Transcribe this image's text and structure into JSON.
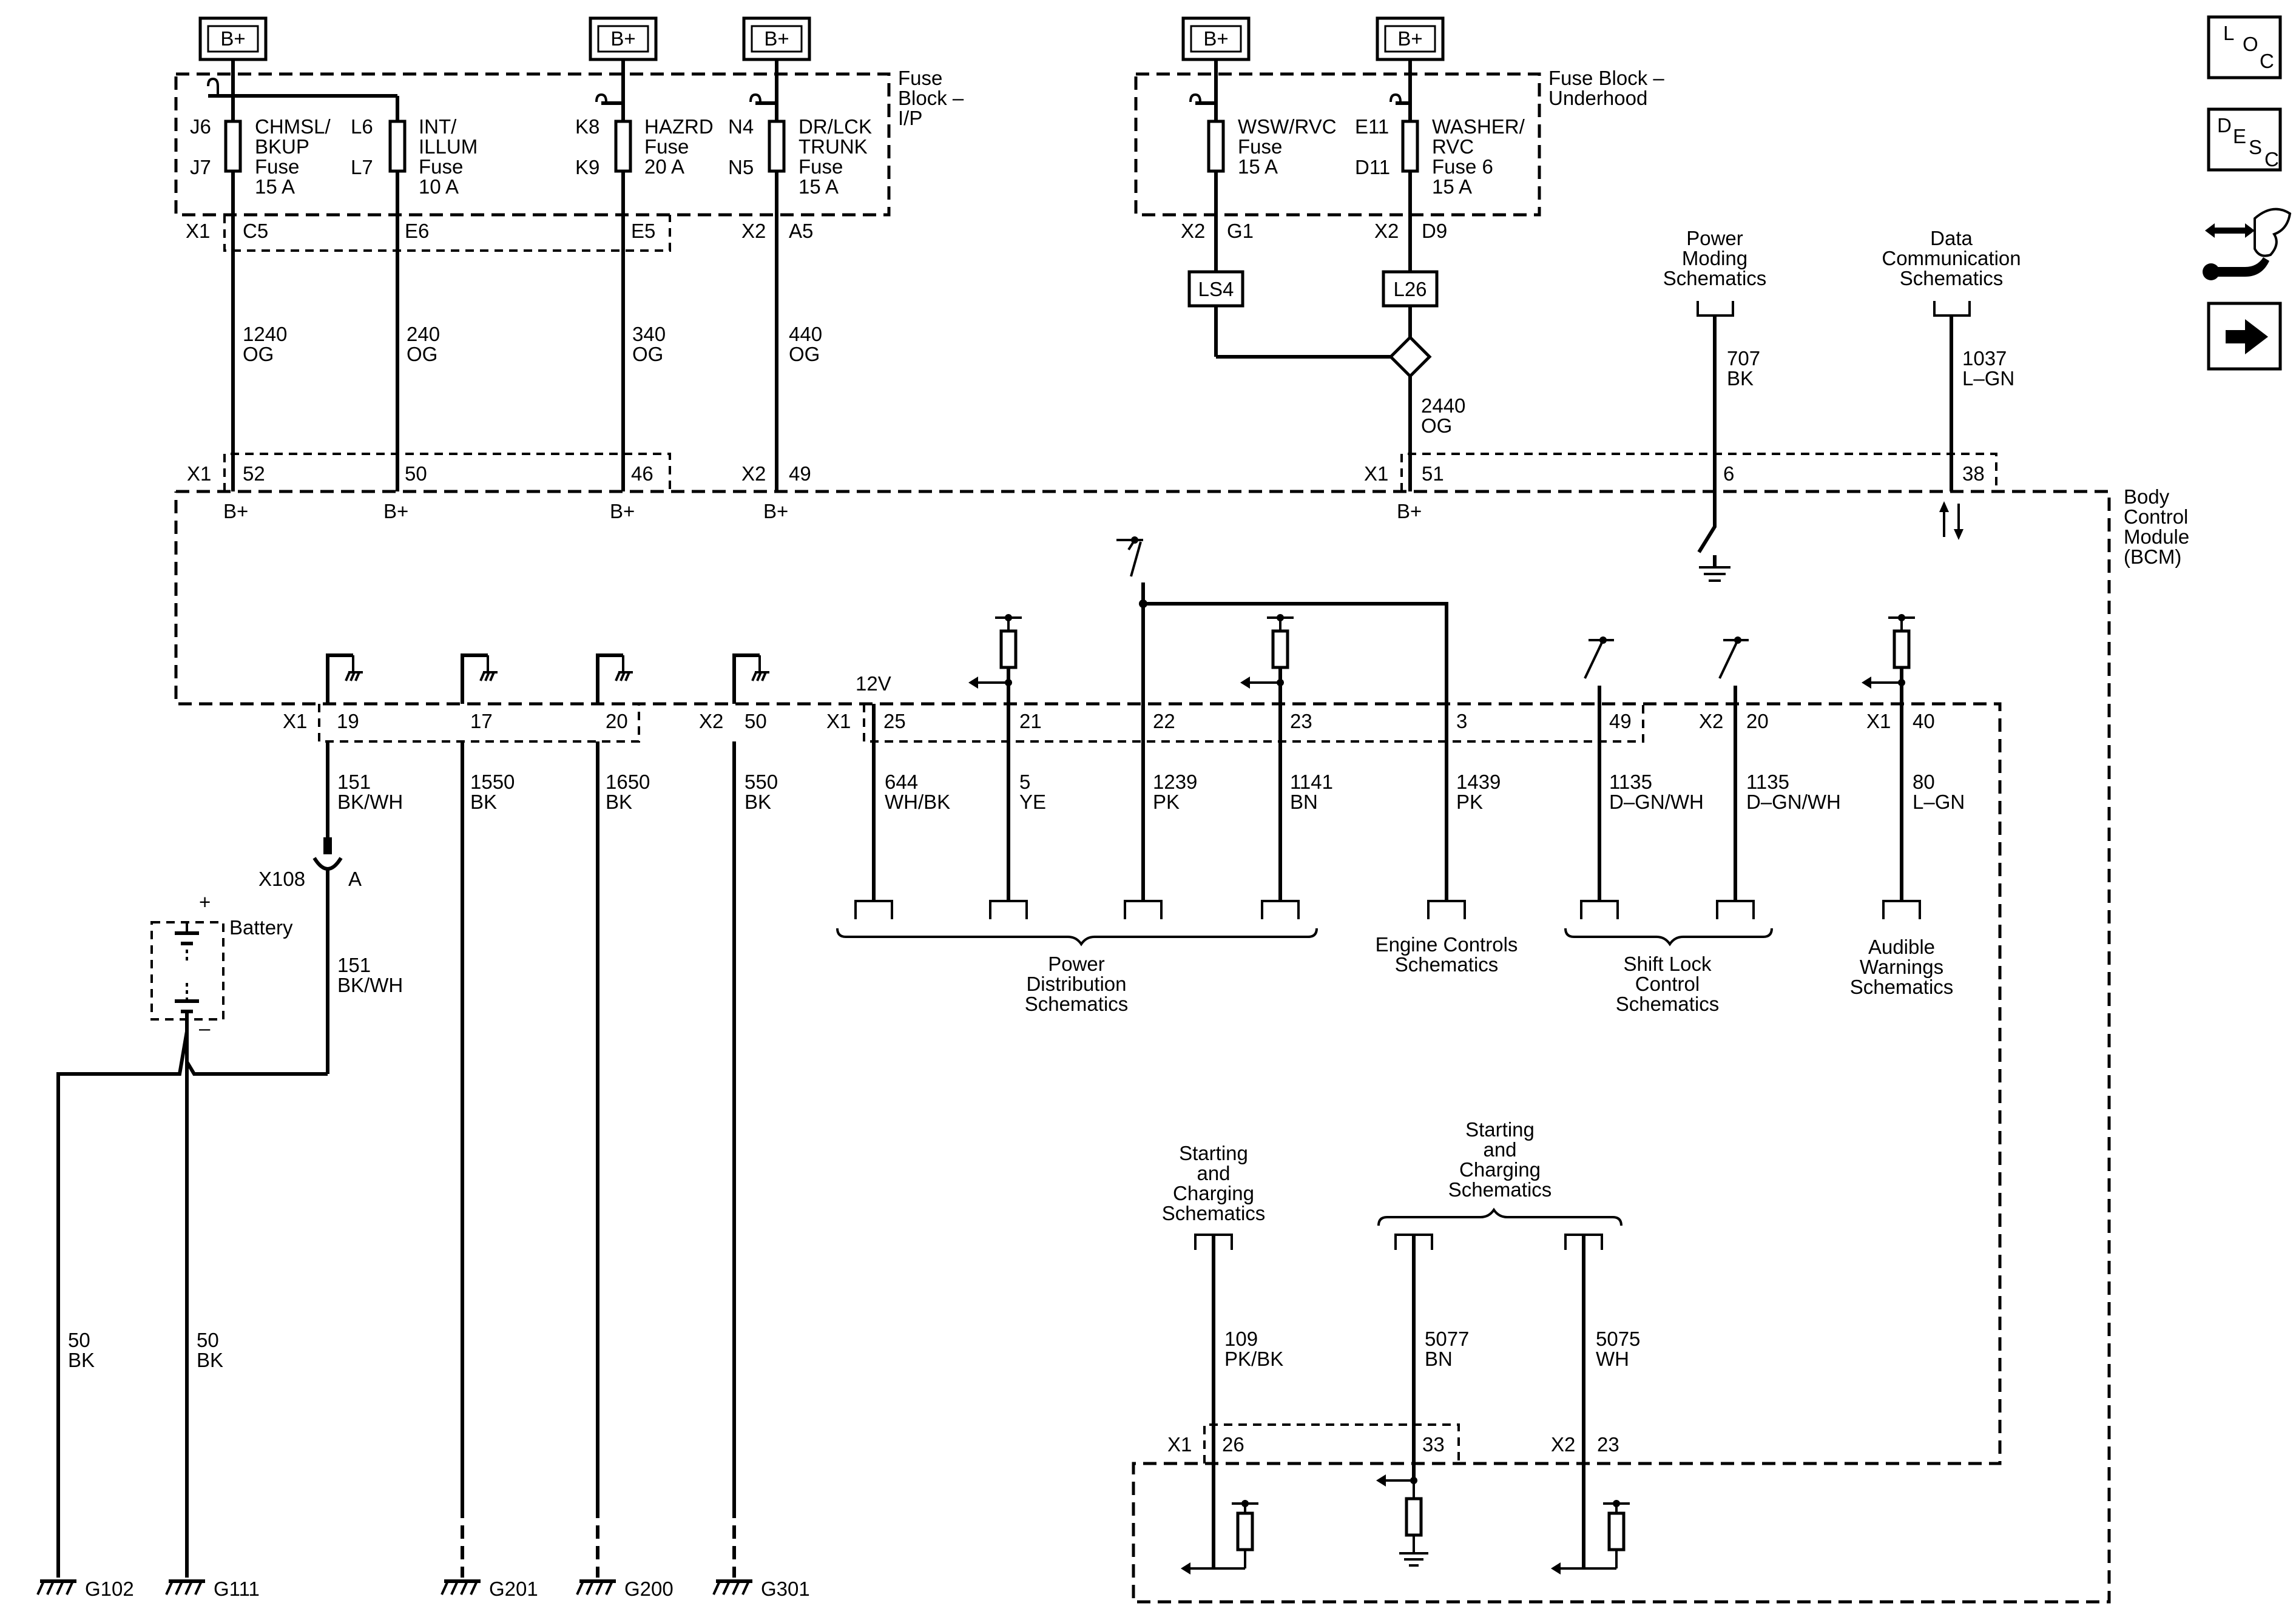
{
  "bplus": "B+",
  "fuse_block_ip": [
    "Fuse",
    "Block –",
    "I/P"
  ],
  "fuse_block_underhood": [
    "Fuse Block –",
    "Underhood"
  ],
  "fuses": [
    {
      "top_pin": "J6",
      "bot_pin": "J7",
      "name": [
        "CHMSL/",
        "BKUP",
        "Fuse",
        "15 A"
      ]
    },
    {
      "top_pin": "L6",
      "bot_pin": "L7",
      "name": [
        "INT/",
        "ILLUM",
        "Fuse",
        "10 A"
      ]
    },
    {
      "top_pin": "K8",
      "bot_pin": "K9",
      "name": [
        "HAZRD",
        "Fuse",
        "20 A"
      ]
    },
    {
      "top_pin": "N4",
      "bot_pin": "N5",
      "name": [
        "DR/LCK",
        "TRUNK",
        "Fuse",
        "15 A"
      ]
    },
    {
      "name": [
        "WSW/RVC",
        "Fuse",
        "15 A"
      ]
    },
    {
      "top_pin": "E11",
      "bot_pin": "D11",
      "name": [
        "WASHER/",
        "RVC",
        "Fuse 6",
        "15 A"
      ]
    }
  ],
  "fb_connectors": [
    {
      "conn": "X1",
      "pin": "C5"
    },
    {
      "pin": "E6"
    },
    {
      "pin": "E5"
    },
    {
      "conn": "X2",
      "pin": "A5"
    },
    {
      "conn": "X2",
      "pin": "G1"
    },
    {
      "conn": "X2",
      "pin": "D9"
    }
  ],
  "splices": [
    "LS4",
    "L26"
  ],
  "top_wires": [
    {
      "circuit": "1240",
      "color": "OG"
    },
    {
      "circuit": "240",
      "color": "OG"
    },
    {
      "circuit": "340",
      "color": "OG"
    },
    {
      "circuit": "440",
      "color": "OG"
    },
    {
      "circuit": "2440",
      "color": "OG"
    },
    {
      "circuit": "707",
      "color": "BK"
    },
    {
      "circuit": "1037",
      "color": "L–GN"
    }
  ],
  "refs_top": {
    "power_moding": [
      "Power",
      "Moding",
      "Schematics"
    ],
    "data_comm": [
      "Data",
      "Communication",
      "Schematics"
    ]
  },
  "bcm_top_pins": [
    {
      "conn": "X1",
      "pin": "52"
    },
    {
      "pin": "50"
    },
    {
      "pin": "46"
    },
    {
      "conn": "X2",
      "pin": "49"
    },
    {
      "conn": "X1",
      "pin": "51"
    },
    {
      "pin": "6"
    },
    {
      "pin": "38"
    }
  ],
  "bcm_label": [
    "Body",
    "Control",
    "Module",
    "(BCM)"
  ],
  "bcm_bottom_pins": [
    {
      "conn": "X1",
      "pin": "19"
    },
    {
      "pin": "17"
    },
    {
      "pin": "20"
    },
    {
      "conn": "X2",
      "pin": "50"
    },
    {
      "conn": "X1",
      "pin": "25"
    },
    {
      "pin": "21"
    },
    {
      "pin": "22"
    },
    {
      "pin": "23"
    },
    {
      "pin": "3"
    },
    {
      "pin": "49"
    },
    {
      "conn": "X2",
      "pin": "20"
    },
    {
      "conn": "X1",
      "pin": "40"
    }
  ],
  "twelve_v": "12V",
  "bottom_wires": [
    {
      "circuit": "151",
      "color": "BK/WH"
    },
    {
      "circuit": "1550",
      "color": "BK"
    },
    {
      "circuit": "1650",
      "color": "BK"
    },
    {
      "circuit": "550",
      "color": "BK"
    },
    {
      "circuit": "644",
      "color": "WH/BK"
    },
    {
      "circuit": "5",
      "color": "YE"
    },
    {
      "circuit": "1239",
      "color": "PK"
    },
    {
      "circuit": "1141",
      "color": "BN"
    },
    {
      "circuit": "1439",
      "color": "PK"
    },
    {
      "circuit": "1135",
      "color": "D–GN/WH"
    },
    {
      "circuit": "1135",
      "color": "D–GN/WH"
    },
    {
      "circuit": "80",
      "color": "L–GN"
    }
  ],
  "inline_conn": {
    "name": "X108",
    "pin": "A"
  },
  "battery": {
    "label": "Battery",
    "plus": "+",
    "minus": "–"
  },
  "battery_wire": {
    "circuit": "151",
    "color": "BK/WH"
  },
  "ground_wires": [
    {
      "circuit": "50",
      "color": "BK"
    },
    {
      "circuit": "50",
      "color": "BK"
    }
  ],
  "grounds": [
    "G102",
    "G111",
    "G201",
    "G200",
    "G301"
  ],
  "refs_mid": {
    "power_dist": [
      "Power",
      "Distribution",
      "Schematics"
    ],
    "engine": [
      "Engine Controls",
      "Schematics"
    ],
    "shift_lock": [
      "Shift Lock",
      "Control",
      "Schematics"
    ],
    "audible": [
      "Audible",
      "Warnings",
      "Schematics"
    ]
  },
  "refs_low": {
    "starting_1": [
      "Starting",
      "and",
      "Charging",
      "Schematics"
    ],
    "starting_2": [
      "Starting",
      "and",
      "Charging",
      "Schematics"
    ]
  },
  "low_wires": [
    {
      "circuit": "109",
      "color": "PK/BK"
    },
    {
      "circuit": "5077",
      "color": "BN"
    },
    {
      "circuit": "5075",
      "color": "WH"
    }
  ],
  "low_pins": [
    {
      "conn": "X1",
      "pin": "26"
    },
    {
      "pin": "33"
    },
    {
      "conn": "X2",
      "pin": "23"
    }
  ],
  "nav_icons": [
    "location-icon",
    "description-icon",
    "connector-wrench-icon",
    "next-arrow-icon"
  ],
  "nav_letters": {
    "loc": [
      "L",
      "O",
      "C"
    ],
    "desc": [
      "D",
      "E",
      "S",
      "C"
    ]
  }
}
